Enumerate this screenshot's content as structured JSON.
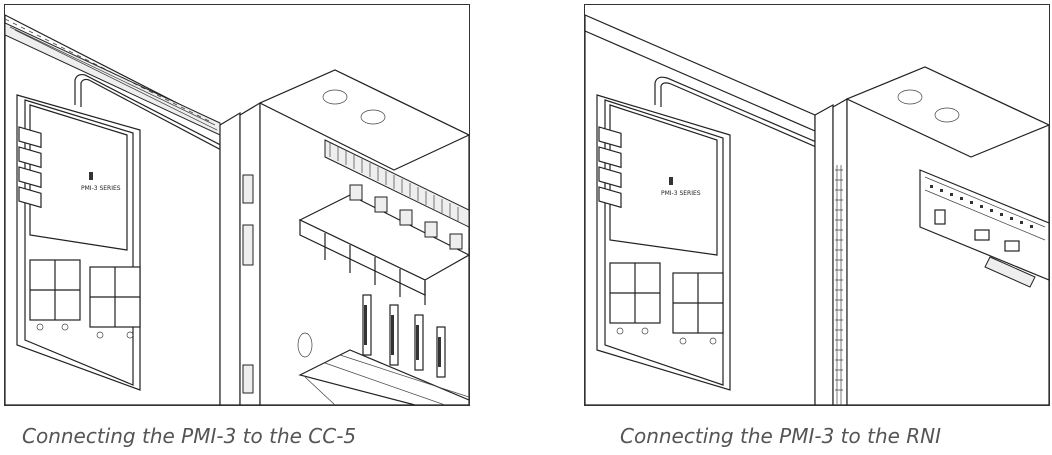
{
  "figures": [
    {
      "caption": "Connecting the PMI-3 to the CC-5",
      "panel_label": "PMI-3 SERIES",
      "target": "CC-5"
    },
    {
      "caption": "Connecting the PMI-3 to the RNI",
      "panel_label": "PMI-3 SERIES",
      "target": "RNI"
    }
  ]
}
